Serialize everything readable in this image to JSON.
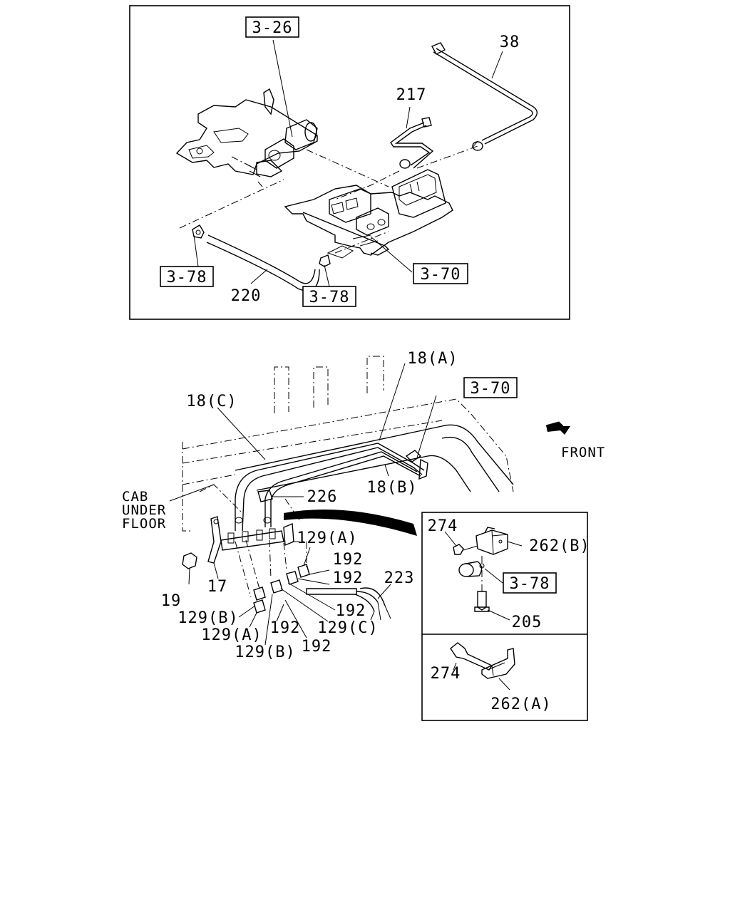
{
  "top_figure": {
    "refs": {
      "ref_3_26": "3-26",
      "ref_3_78_left": "3-78",
      "ref_3_78_mid": "3-78",
      "ref_3_70": "3-70"
    },
    "parts": {
      "p38": "38",
      "p217": "217",
      "p220": "220"
    }
  },
  "bottom_figure": {
    "labels": {
      "l18a": "18(A)",
      "l18c": "18(C)",
      "l18b": "18(B)",
      "l226": "226",
      "cab1": "CAB",
      "cab2": "UNDER",
      "cab3": "FLOOR",
      "front": "FRONT",
      "l19": "19",
      "l17": "17",
      "l129a_1": "129(A)",
      "l192_1": "192",
      "l192_2": "192",
      "l223": "223",
      "l192_3": "192",
      "l129c": "129(C)",
      "l129b_1": "129(B)",
      "l129a_2": "129(A)",
      "l192_4": "192",
      "l129b_2": "129(B)",
      "l192_5": "192"
    },
    "refs": {
      "ref_3_70": "3-70"
    }
  },
  "inset": {
    "upper": {
      "l274": "274",
      "l262b": "262(B)",
      "ref_3_78": "3-78",
      "l205": "205"
    },
    "lower": {
      "l274": "274",
      "l262a": "262(A)"
    }
  }
}
